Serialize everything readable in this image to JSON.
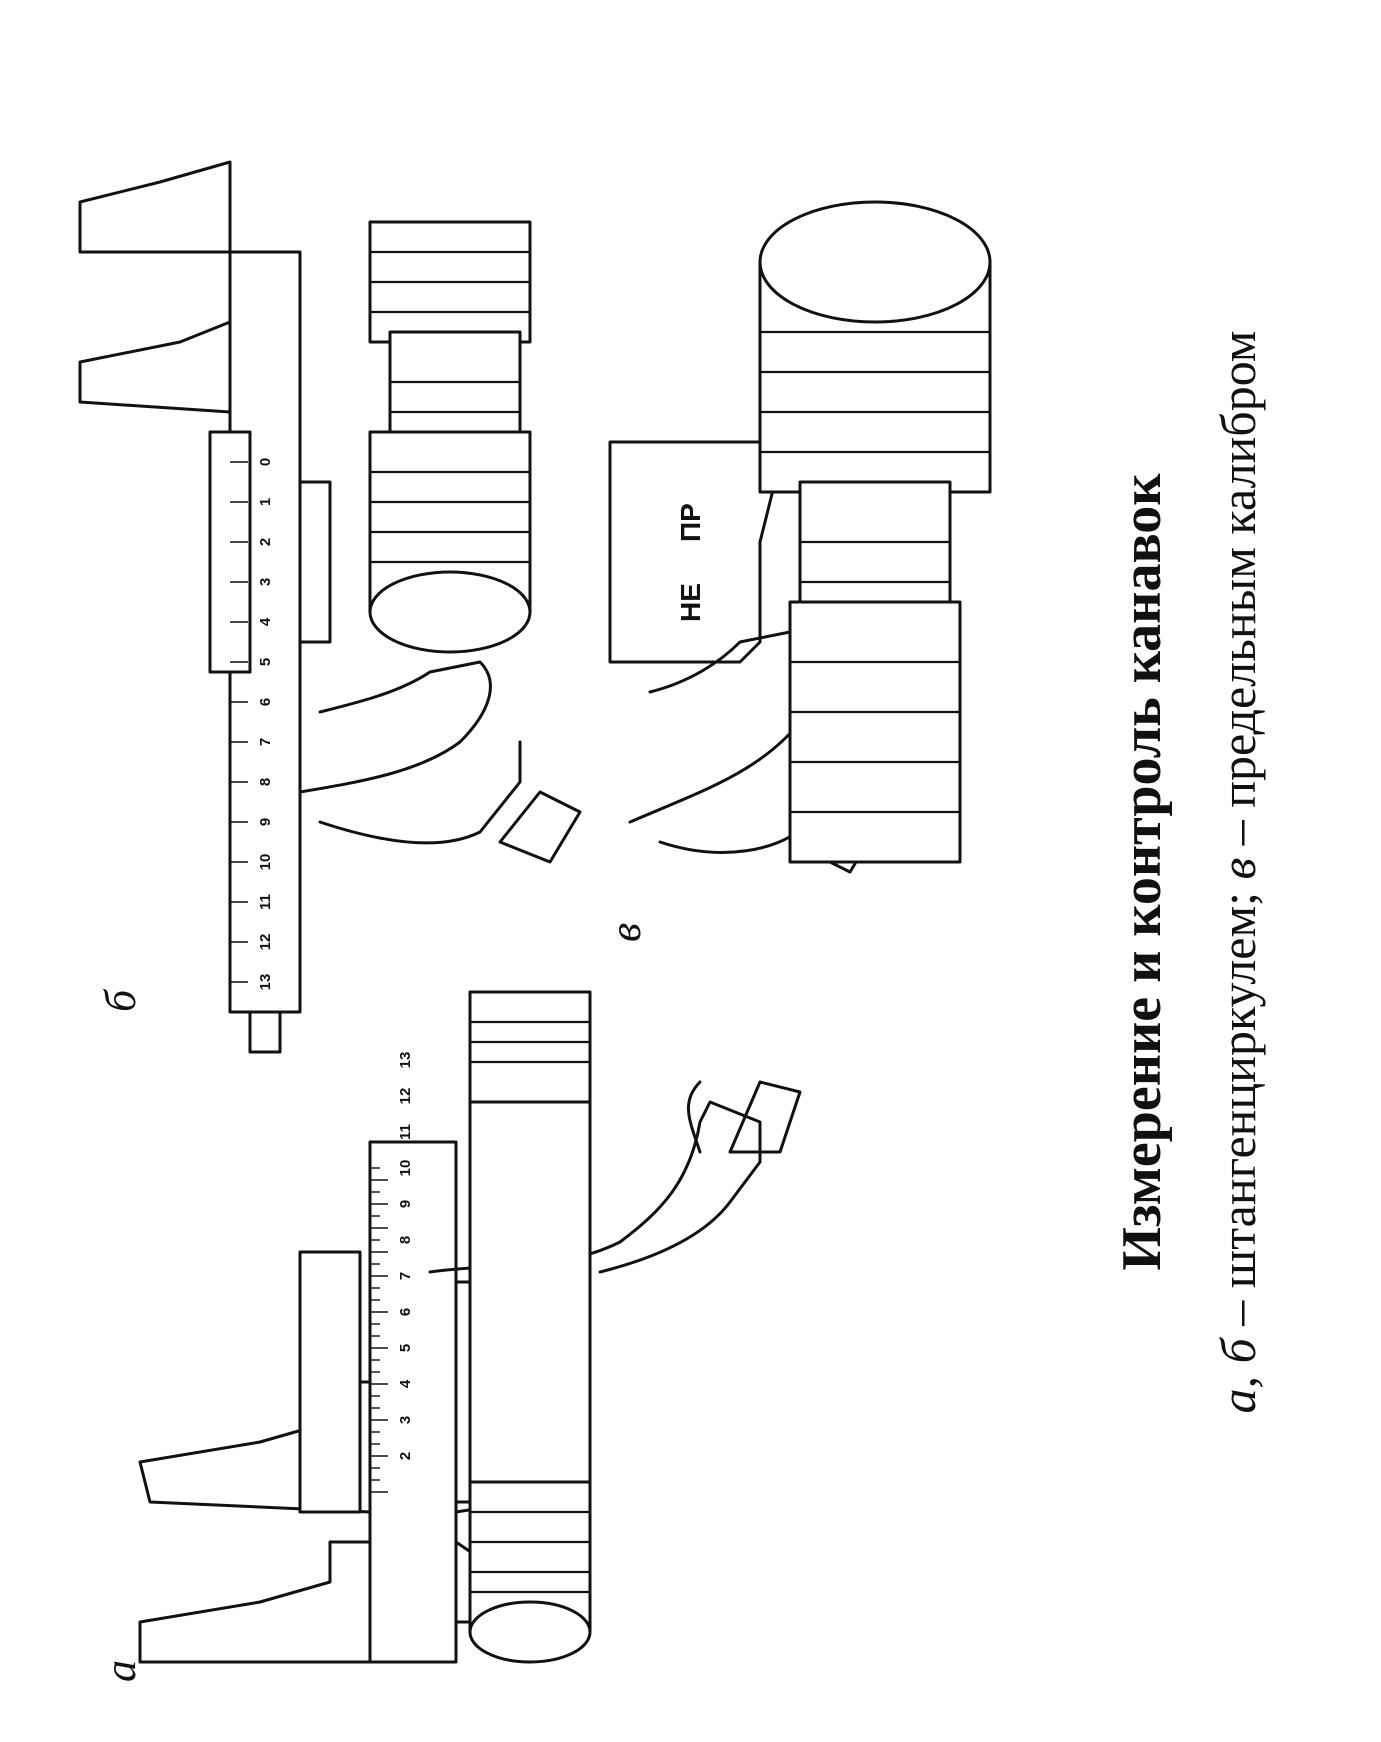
{
  "figure": {
    "title": "Измерение и контроль канавок",
    "caption": {
      "part1": "а, б",
      "part2": " – штангенциркулем; ",
      "part3": "в",
      "part4": " – предельным калибром"
    },
    "panels": [
      {
        "id": "a",
        "label": "а",
        "description": "Measuring groove diameter with a vernier caliper"
      },
      {
        "id": "b",
        "label": "б",
        "description": "Measuring groove width with a vernier caliper"
      },
      {
        "id": "v",
        "label": "в",
        "description": "Checking groove with a limit gauge"
      }
    ],
    "gauge_marks": {
      "go": "ПР",
      "nogo": "НЕ"
    },
    "scale_a": [
      "2",
      "3",
      "4",
      "5",
      "6",
      "7",
      "8",
      "9",
      "10",
      "11",
      "12",
      "13"
    ],
    "scale_b": [
      "0",
      "1",
      "2",
      "3",
      "4",
      "5",
      "6",
      "7",
      "8",
      "9",
      "10",
      "11",
      "12",
      "13"
    ]
  }
}
